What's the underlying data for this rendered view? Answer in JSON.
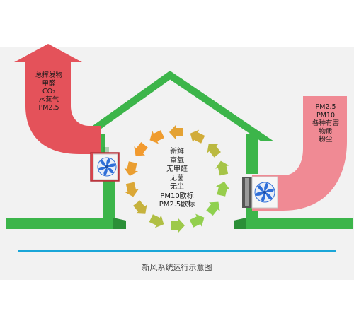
{
  "labels": {
    "exhaust": "总挥发物\n甲醛\nCO₂\n水蒸气\nPM2.5",
    "intake": "PM2.5\nPM10\n各种有害\n物质\n粉尘",
    "clean_air": "新鲜\n富氧\n无甲醛\n无菌\n无尘\nPM10欧标\nPM2.5欧标"
  },
  "caption": "新风系统运行示意图",
  "icons": {
    "fan": "fan-icon",
    "arrow": "arrow-icon"
  },
  "colors": {
    "house": "#3cb54a",
    "house_dark": "#2b8f37",
    "exhaust": "#e4525a",
    "intake": "#f08a94",
    "baseline": "#1aa6d8",
    "fan": "#2f6fd8"
  }
}
